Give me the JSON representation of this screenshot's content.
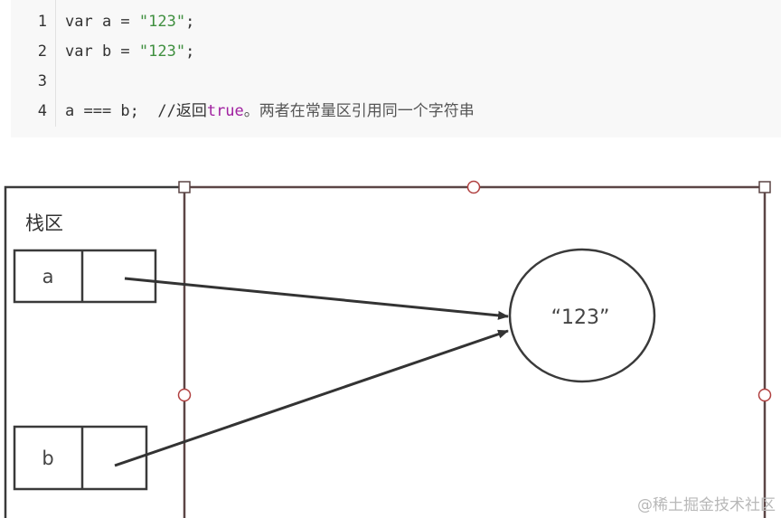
{
  "code": {
    "lines": [
      {
        "no": "1",
        "p1": "var a = ",
        "str": "\"123\"",
        "p2": ";"
      },
      {
        "no": "2",
        "p1": "var b = ",
        "str": "\"123\"",
        "p2": ";"
      },
      {
        "no": "3"
      },
      {
        "no": "4",
        "p1": "a === b;  //返回",
        "kw": "true",
        "comment": "。两者在常量区引用同一个字符串"
      }
    ]
  },
  "diagram": {
    "stack_label": "栈区",
    "var_a": "a",
    "var_b": "b",
    "constant_value": "“123”"
  },
  "watermark": "@稀土掘金技术社区",
  "colors": {
    "code_bg": "#f8f8f8",
    "string": "#3f8f3f",
    "keyword": "#a020a0",
    "stroke": "#3a3a3a",
    "heap_border": "#5b4545",
    "handle": "#b04040"
  }
}
